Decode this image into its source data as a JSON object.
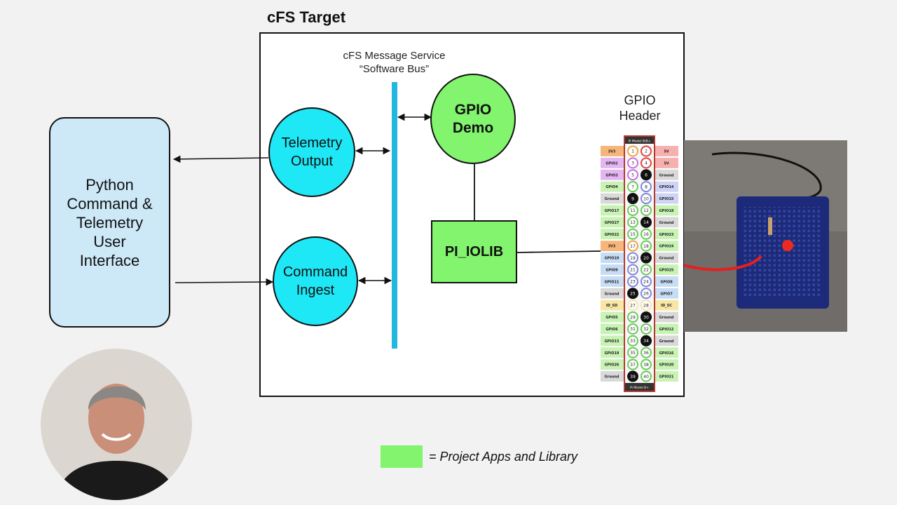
{
  "slide": {
    "title": "cFS Target",
    "bus_label": [
      "cFS Message Service",
      "“Software Bus”"
    ],
    "python_ui": [
      "Python",
      "Command &",
      "Telemetry",
      "User",
      "Interface"
    ],
    "telemetry_output": [
      "Telemetry",
      "Output"
    ],
    "command_ingest": [
      "Command",
      "Ingest"
    ],
    "gpio_demo": [
      "GPIO",
      "Demo"
    ],
    "pi_iolib": "PI_IOLIB",
    "gpio_header": [
      "GPIO",
      "Header"
    ],
    "legend": "= Project Apps and Library"
  },
  "colors": {
    "bus": "#22b7de",
    "app_green": "#82f46e",
    "cyan": "#1ee7f6",
    "python_box": "#cde9f8"
  },
  "pinout": {
    "top_label": "Pi Model B/B+",
    "bottom_label": "Pi Model B+",
    "left": [
      "3V3",
      "GPIO2",
      "GPIO3",
      "GPIO4",
      "Ground",
      "GPIO17",
      "GPIO27",
      "GPIO22",
      "3V3",
      "GPIO10",
      "GPIO9",
      "GPIO11",
      "Ground",
      "ID_SD",
      "GPIO5",
      "GPIO6",
      "GPIO13",
      "GPIO19",
      "GPIO26",
      "Ground"
    ],
    "right": [
      "5V",
      "5V",
      "Ground",
      "GPIO14",
      "GPIO15",
      "GPIO18",
      "Ground",
      "GPIO23",
      "GPIO24",
      "Ground",
      "GPIO25",
      "GPIO8",
      "GPIO7",
      "ID_SC",
      "Ground",
      "GPIO12",
      "Ground",
      "GPIO16",
      "GPIO20",
      "GPIO21"
    ],
    "numbers_left": [
      "1",
      "3",
      "5",
      "7",
      "9",
      "11",
      "13",
      "15",
      "17",
      "19",
      "21",
      "23",
      "25",
      "27",
      "29",
      "31",
      "33",
      "35",
      "37",
      "39"
    ],
    "numbers_right": [
      "2",
      "4",
      "6",
      "8",
      "10",
      "12",
      "14",
      "16",
      "18",
      "20",
      "22",
      "24",
      "26",
      "28",
      "30",
      "32",
      "34",
      "36",
      "38",
      "40"
    ]
  }
}
